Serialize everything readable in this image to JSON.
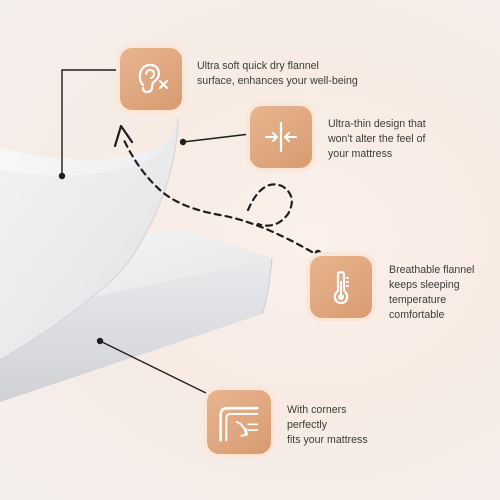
{
  "features": [
    {
      "id": "soft-surface",
      "icon": "ear-icon",
      "lines": [
        "Ultra soft quick dry flannel",
        "surface, enhances your well-being"
      ]
    },
    {
      "id": "ultra-thin",
      "icon": "thin-compress-icon",
      "lines": [
        "Ultra-thin design that",
        "won't alter the feel of",
        "your mattress"
      ]
    },
    {
      "id": "breathable",
      "icon": "thermometer-icon",
      "lines": [
        "Breathable flannel",
        "keeps sleeping",
        "temperature",
        "comfortable"
      ]
    },
    {
      "id": "corners",
      "icon": "mattress-corner-icon",
      "lines": [
        "With corners",
        "perfectly",
        "fits your mattress"
      ]
    }
  ],
  "colors": {
    "badge": "#dca57e",
    "badge_ring": "#fbe7da",
    "text": "#3b3b3b",
    "line": "#1e1e1e"
  }
}
